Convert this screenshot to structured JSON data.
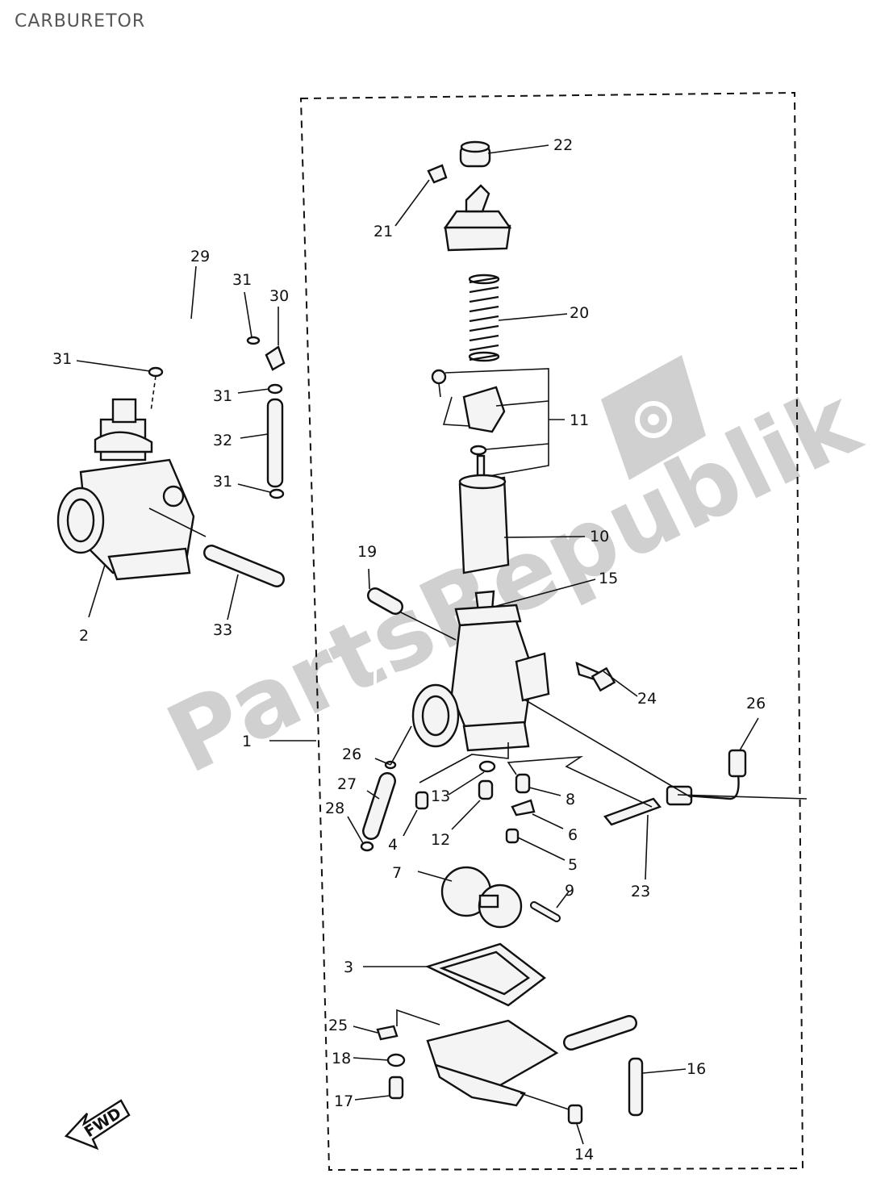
{
  "page": {
    "title": "CARBURETOR"
  },
  "watermark": {
    "text": "PartsRepublik",
    "icon": "gear-icon"
  },
  "fwd_marker": {
    "text": "FWD"
  },
  "callouts": [
    "1",
    "2",
    "3",
    "4",
    "5",
    "6",
    "7",
    "8",
    "9",
    "10",
    "11",
    "12",
    "13",
    "14",
    "15",
    "16",
    "17",
    "18",
    "19",
    "20",
    "21",
    "22",
    "23",
    "24",
    "25",
    "26",
    "26",
    "27",
    "28",
    "29",
    "30",
    "31",
    "31",
    "31",
    "31",
    "32",
    "33"
  ],
  "colors": {
    "ink": "#111111",
    "watermark": "#c8c8c8",
    "title": "#555555"
  }
}
